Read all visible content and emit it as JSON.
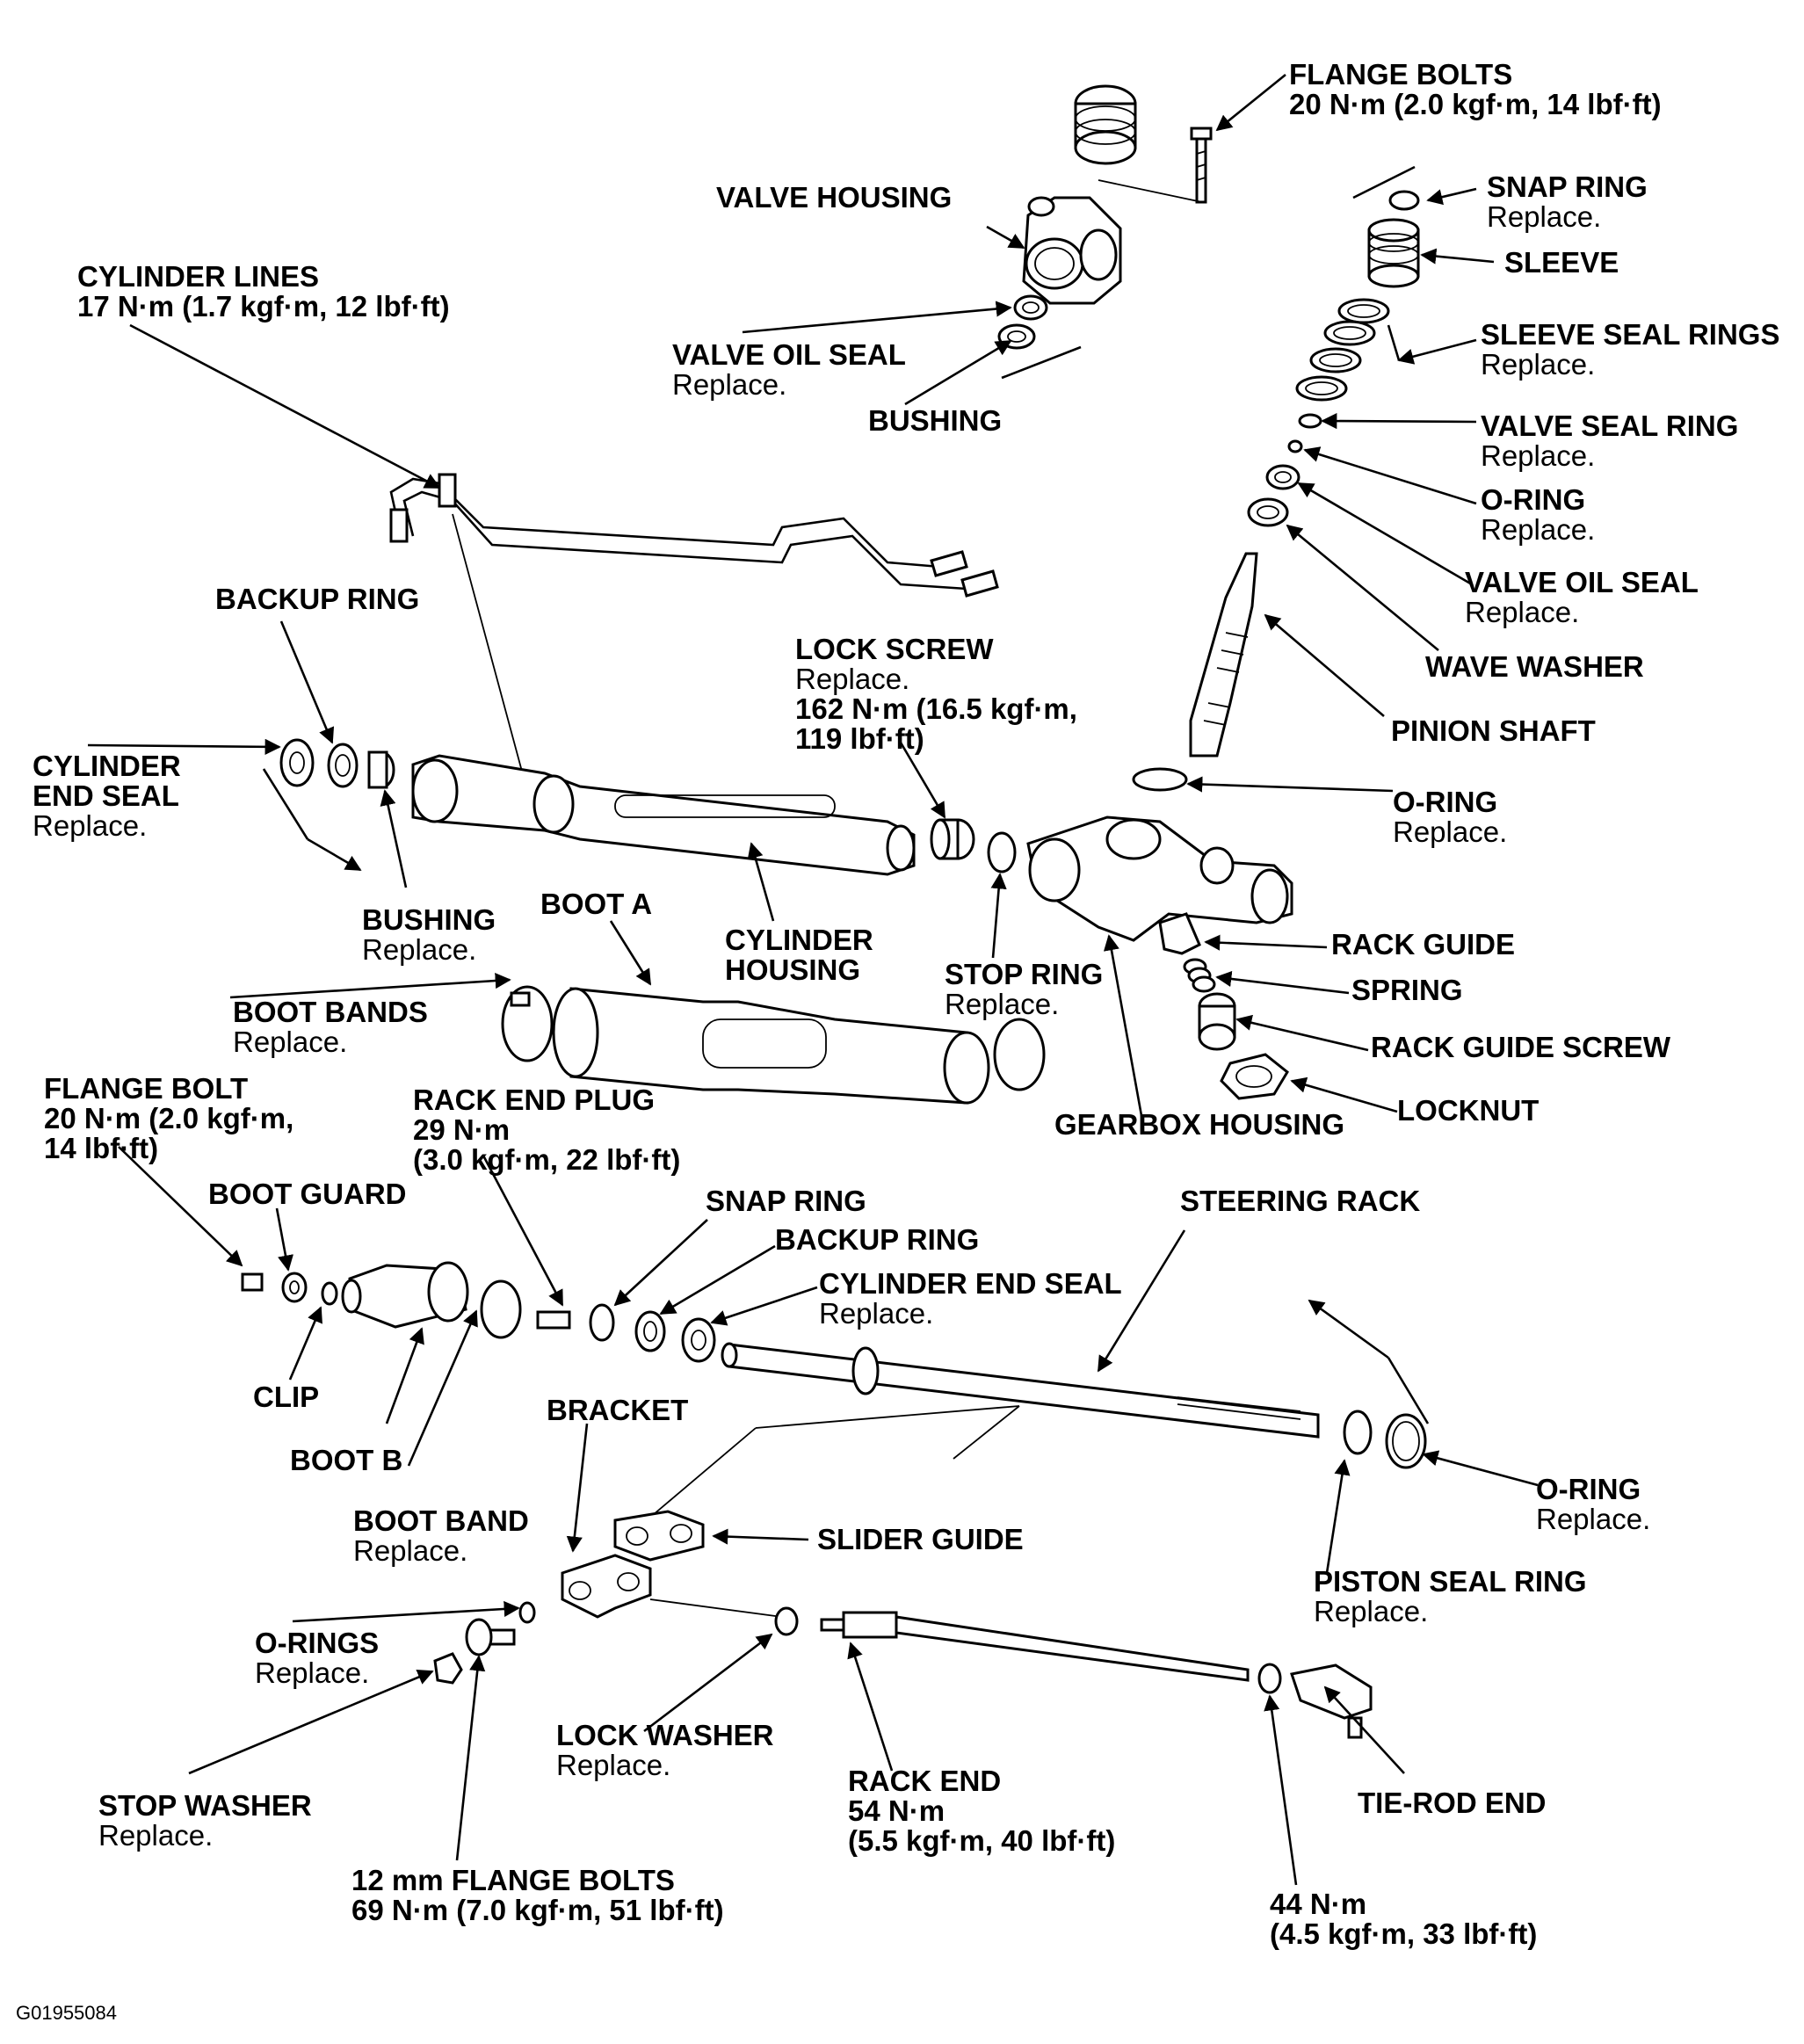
{
  "figure_id": "G01955084",
  "labels": {
    "flange_bolts": {
      "title": "FLANGE BOLTS",
      "sub": "20 N·m (2.0 kgf·m, 14 lbf·ft)"
    },
    "valve_housing": {
      "title": "VALVE HOUSING"
    },
    "snap_ring_top": {
      "title": "SNAP RING",
      "sub": "Replace."
    },
    "sleeve": {
      "title": "SLEEVE"
    },
    "cylinder_lines": {
      "title": "CYLINDER LINES",
      "sub": "17 N·m (1.7 kgf·m, 12 lbf·ft)"
    },
    "sleeve_seal_rings": {
      "title": "SLEEVE SEAL RINGS",
      "sub": "Replace."
    },
    "valve_oil_seal_left": {
      "title": "VALVE OIL SEAL",
      "sub": "Replace."
    },
    "valve_seal_ring": {
      "title": "VALVE SEAL RING",
      "sub": "Replace."
    },
    "bushing_top": {
      "title": "BUSHING"
    },
    "o_ring_upper": {
      "title": "O-RING",
      "sub": "Replace."
    },
    "valve_oil_seal_right": {
      "title": "VALVE OIL SEAL",
      "sub": "Replace."
    },
    "backup_ring_top": {
      "title": "BACKUP RING"
    },
    "wave_washer": {
      "title": "WAVE WASHER"
    },
    "lock_screw": {
      "title": "LOCK SCREW",
      "sub": "Replace.",
      "torque1": "162 N·m (16.5 kgf·m,",
      "torque2": "119 lbf·ft)"
    },
    "pinion_shaft": {
      "title": "PINION SHAFT"
    },
    "cylinder_end_seal_top": {
      "title1": "CYLINDER",
      "title2": "END SEAL",
      "sub": "Replace."
    },
    "o_ring_mid": {
      "title": "O-RING",
      "sub": "Replace."
    },
    "bushing_mid": {
      "title": "BUSHING",
      "sub": "Replace."
    },
    "boot_a": {
      "title": "BOOT A"
    },
    "cylinder_housing": {
      "title1": "CYLINDER",
      "title2": "HOUSING"
    },
    "stop_ring": {
      "title": "STOP RING",
      "sub": "Replace."
    },
    "rack_guide": {
      "title": "RACK GUIDE"
    },
    "spring": {
      "title": "SPRING"
    },
    "boot_bands": {
      "title": "BOOT BANDS",
      "sub": "Replace."
    },
    "rack_guide_screw": {
      "title": "RACK GUIDE SCREW"
    },
    "flange_bolt": {
      "title": "FLANGE BOLT",
      "sub1": "20 N·m (2.0 kgf·m,",
      "sub2": "14 lbf·ft)"
    },
    "rack_end_plug": {
      "title": "RACK END PLUG",
      "sub1": "29 N·m",
      "sub2": "(3.0 kgf·m, 22 lbf·ft)"
    },
    "locknut": {
      "title": "LOCKNUT"
    },
    "gearbox_housing": {
      "title": "GEARBOX HOUSING"
    },
    "boot_guard": {
      "title": "BOOT GUARD"
    },
    "snap_ring_bottom": {
      "title": "SNAP RING"
    },
    "steering_rack": {
      "title": "STEERING RACK"
    },
    "backup_ring_bottom": {
      "title": "BACKUP RING"
    },
    "cylinder_end_seal_bottom": {
      "title": "CYLINDER END SEAL",
      "sub": "Replace."
    },
    "clip": {
      "title": "CLIP"
    },
    "bracket": {
      "title": "BRACKET"
    },
    "boot_b": {
      "title": "BOOT B"
    },
    "o_ring_bottom": {
      "title": "O-RING",
      "sub": "Replace."
    },
    "boot_band": {
      "title": "BOOT BAND",
      "sub": "Replace."
    },
    "slider_guide": {
      "title": "SLIDER GUIDE"
    },
    "piston_seal_ring": {
      "title": "PISTON SEAL RING",
      "sub": "Replace."
    },
    "o_rings": {
      "title": "O-RINGS",
      "sub": "Replace."
    },
    "lock_washer": {
      "title": "LOCK WASHER",
      "sub": "Replace."
    },
    "rack_end": {
      "title": "RACK END",
      "sub1": "54 N·m",
      "sub2": "(5.5 kgf·m, 40 lbf·ft)"
    },
    "tie_rod_end": {
      "title": "TIE-ROD END"
    },
    "stop_washer": {
      "title": "STOP WASHER",
      "sub": "Replace."
    },
    "flange_bolts_12mm": {
      "title": "12 mm FLANGE BOLTS",
      "sub": "69 N·m (7.0 kgf·m, 51 lbf·ft)"
    },
    "tie_rod_torque": {
      "title1": "44 N·m",
      "title2": "(4.5 kgf·m, 33 lbf·ft)"
    }
  }
}
